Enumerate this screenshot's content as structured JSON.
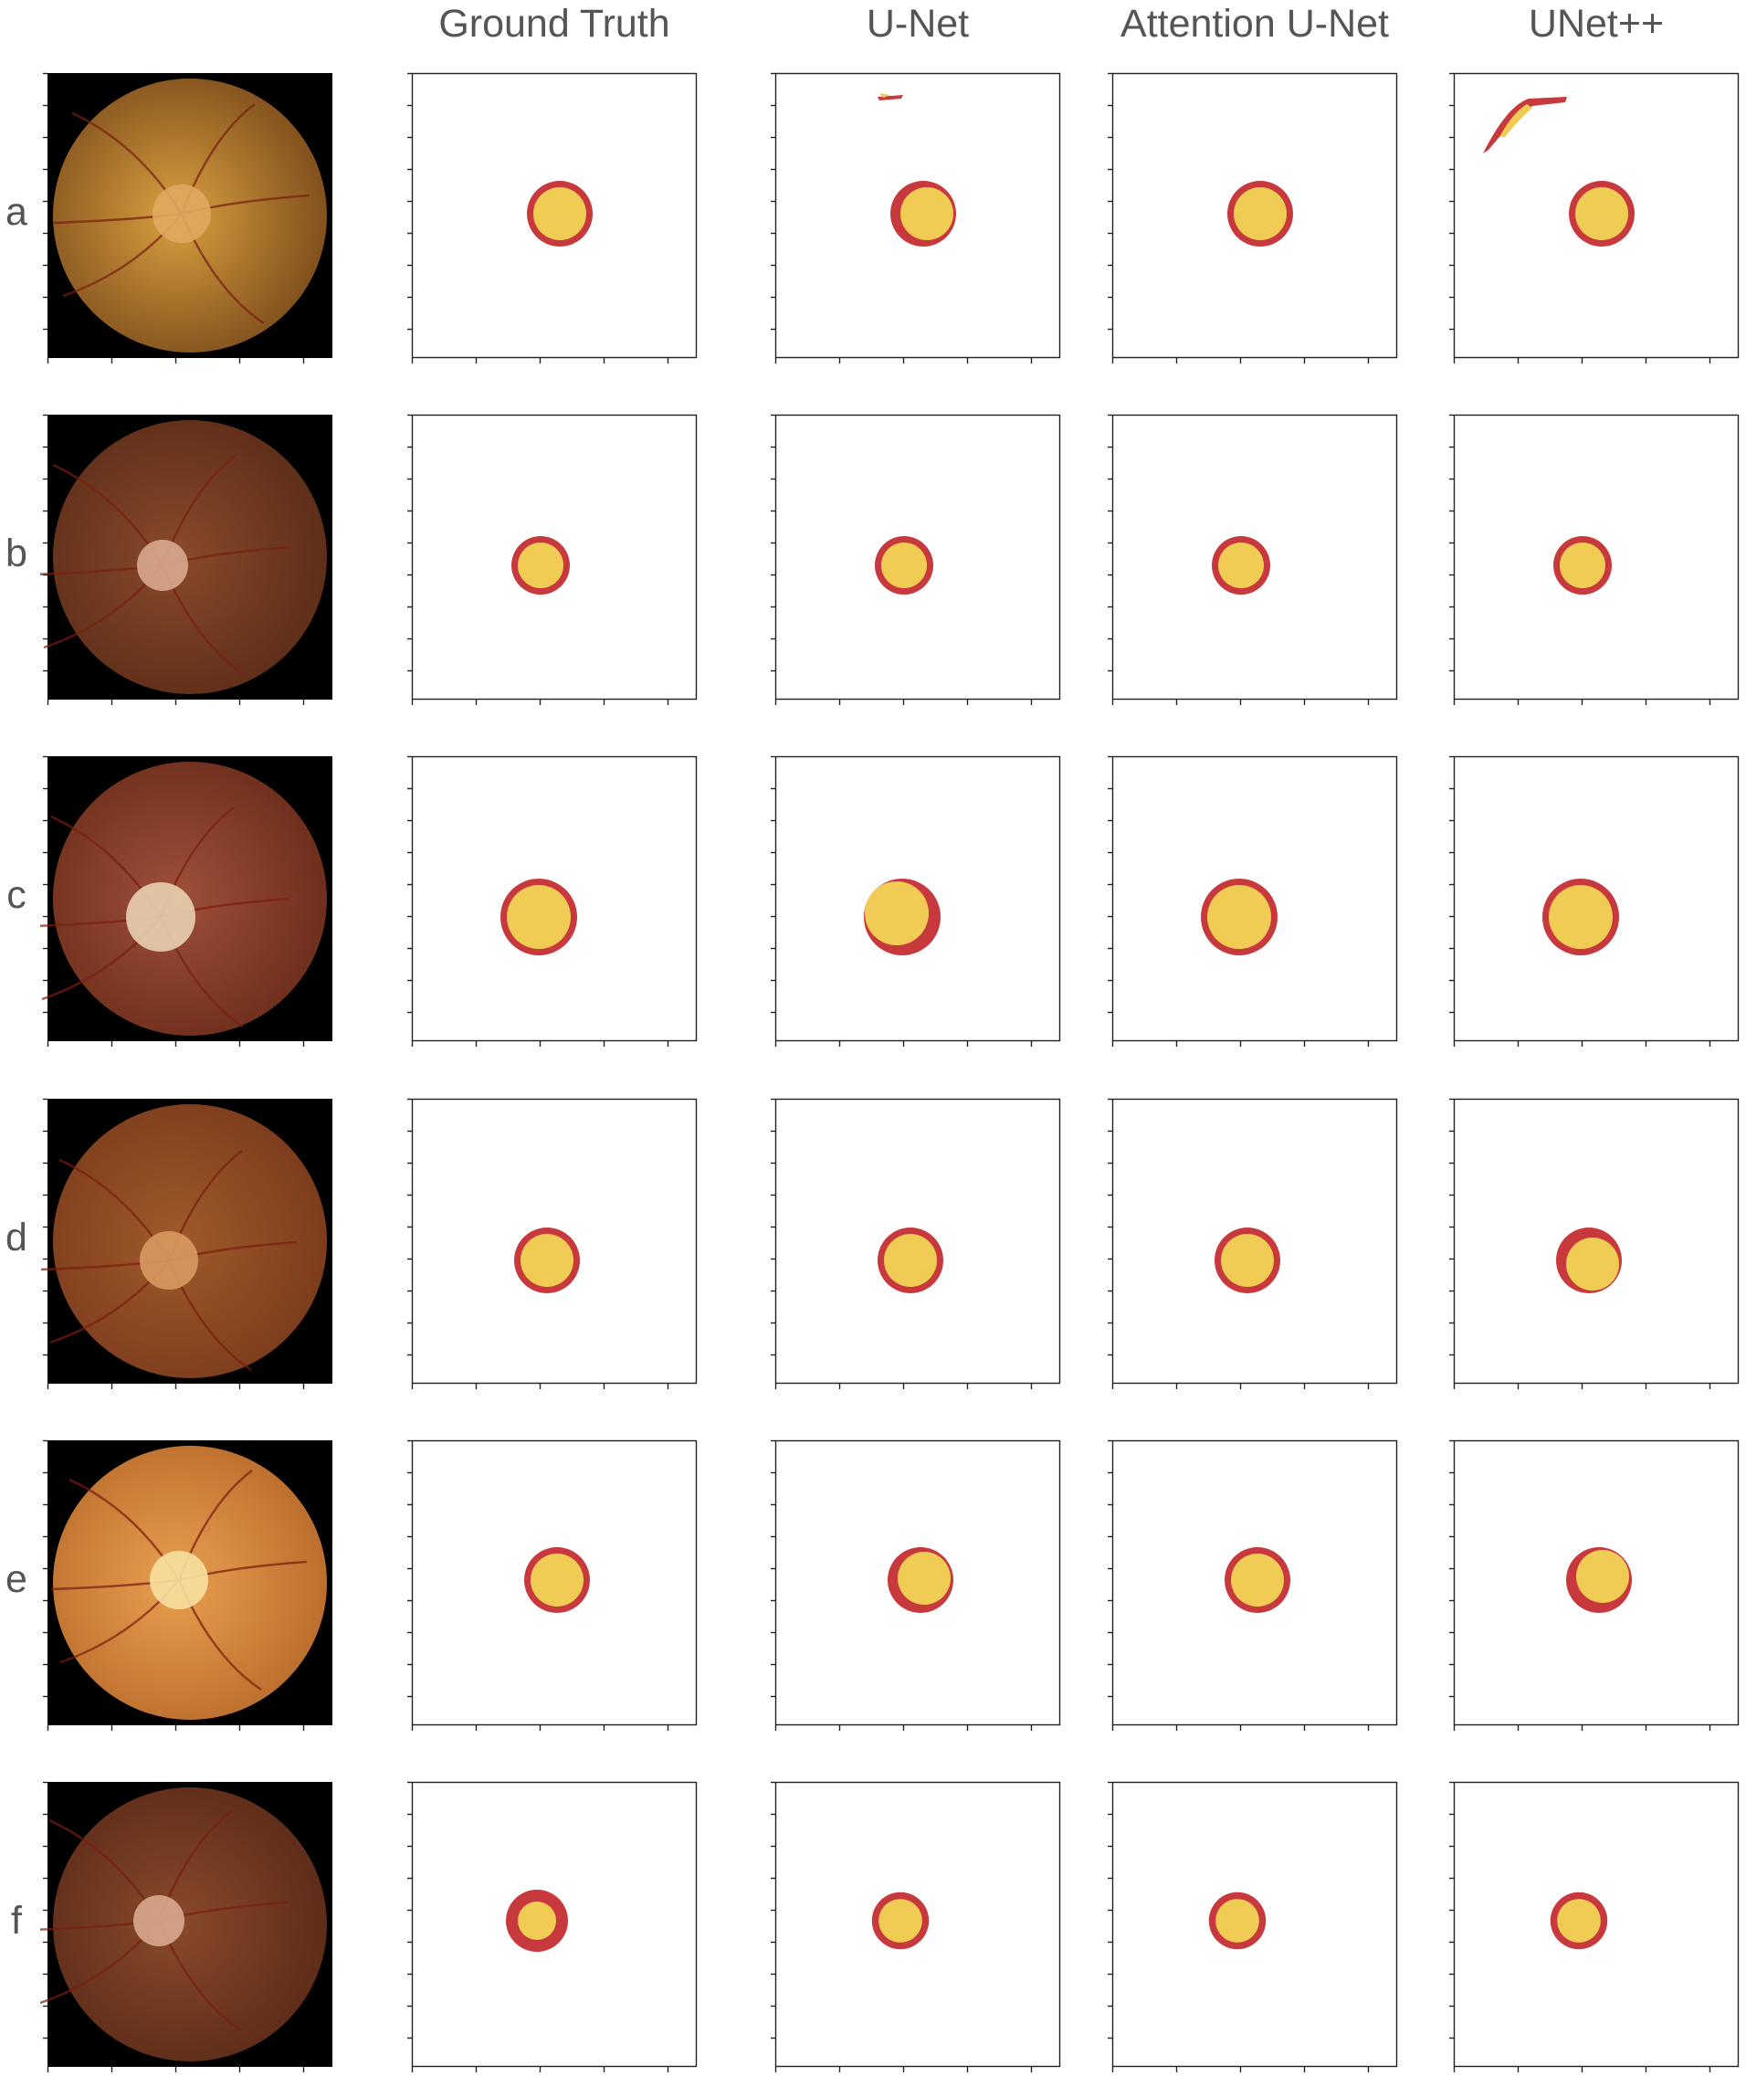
{
  "columns": [
    {
      "key": "fundus",
      "label": ""
    },
    {
      "key": "gt",
      "label": "Ground Truth"
    },
    {
      "key": "unet",
      "label": "U-Net"
    },
    {
      "key": "att",
      "label": "Attention U-Net"
    },
    {
      "key": "unetpp",
      "label": "UNet++"
    }
  ],
  "colors": {
    "disc": "#c8393d",
    "cup": "#f0cc55",
    "frame": "#222222",
    "fundus_bg": "#000000"
  },
  "rows": [
    {
      "label": "a",
      "fundus": {
        "tint": "#7a4a1a",
        "glow": "#d8a040",
        "disc": "#e0a860"
      },
      "masks": {
        "gt": {
          "ring": 1.0,
          "offset": [
            0,
            0
          ],
          "shape": "circle",
          "artifact": false
        },
        "unet": {
          "ring": 1.0,
          "offset": [
            2,
            0
          ],
          "shape": "circle",
          "artifact": "small-streak"
        },
        "att": {
          "ring": 1.0,
          "offset": [
            0,
            0
          ],
          "shape": "circle",
          "artifact": false
        },
        "unetpp": {
          "ring": 1.0,
          "offset": [
            0,
            0
          ],
          "shape": "circle",
          "artifact": "large-streak"
        }
      }
    },
    {
      "label": "b",
      "fundus": {
        "tint": "#5a2c18",
        "glow": "#8a4a2a",
        "disc": "#d8a890"
      },
      "masks": {
        "gt": {
          "ring": 1.0,
          "offset": [
            0,
            0
          ],
          "shape": "circle",
          "artifact": false
        },
        "unet": {
          "ring": 1.0,
          "offset": [
            0,
            0
          ],
          "shape": "circle",
          "artifact": false
        },
        "att": {
          "ring": 1.0,
          "offset": [
            0,
            0
          ],
          "shape": "circle",
          "artifact": false
        },
        "unetpp": {
          "ring": 1.0,
          "offset": [
            0,
            0
          ],
          "shape": "circle",
          "artifact": false
        }
      }
    },
    {
      "label": "c",
      "fundus": {
        "tint": "#6a2c1a",
        "glow": "#a0503a",
        "disc": "#e8d0b0"
      },
      "masks": {
        "gt": {
          "ring": 1.0,
          "offset": [
            0,
            0
          ],
          "shape": "circle",
          "artifact": false
        },
        "unet": {
          "ring": 1.0,
          "offset": [
            -3,
            -2
          ],
          "shape": "cup-shift",
          "artifact": false
        },
        "att": {
          "ring": 1.0,
          "offset": [
            0,
            0
          ],
          "shape": "circle",
          "artifact": false
        },
        "unetpp": {
          "ring": 1.0,
          "offset": [
            0,
            0
          ],
          "shape": "circle",
          "artifact": false
        }
      }
    },
    {
      "label": "d",
      "fundus": {
        "tint": "#7a3a1c",
        "glow": "#a05a2a",
        "disc": "#d89a60"
      },
      "masks": {
        "gt": {
          "ring": 1.0,
          "offset": [
            0,
            0
          ],
          "shape": "circle",
          "artifact": false
        },
        "unet": {
          "ring": 1.0,
          "offset": [
            0,
            0
          ],
          "shape": "circle",
          "artifact": false
        },
        "att": {
          "ring": 1.0,
          "offset": [
            0,
            0
          ],
          "shape": "circle",
          "artifact": false
        },
        "unetpp": {
          "ring": 1.0,
          "offset": [
            2,
            2
          ],
          "shape": "cup-shift",
          "artifact": false
        }
      }
    },
    {
      "label": "e",
      "fundus": {
        "tint": "#b86a2a",
        "glow": "#e8a050",
        "disc": "#f8e0a0"
      },
      "masks": {
        "gt": {
          "ring": 1.0,
          "offset": [
            0,
            0
          ],
          "shape": "circle",
          "artifact": false
        },
        "unet": {
          "ring": 1.0,
          "offset": [
            2,
            -1
          ],
          "shape": "cup-shift",
          "artifact": false
        },
        "att": {
          "ring": 1.0,
          "offset": [
            0,
            0
          ],
          "shape": "circle",
          "artifact": false
        },
        "unetpp": {
          "ring": 1.0,
          "offset": [
            2,
            -2
          ],
          "shape": "cup-shift",
          "artifact": false
        }
      }
    },
    {
      "label": "f",
      "fundus": {
        "tint": "#5a2a18",
        "glow": "#8a4a2a",
        "disc": "#d8a890"
      },
      "masks": {
        "gt": {
          "ring": 1.5,
          "offset": [
            0,
            0
          ],
          "shape": "circle",
          "artifact": false
        },
        "unet": {
          "ring": 0.8,
          "offset": [
            0,
            0
          ],
          "shape": "circle",
          "artifact": false
        },
        "att": {
          "ring": 0.8,
          "offset": [
            0,
            0
          ],
          "shape": "circle",
          "artifact": false
        },
        "unetpp": {
          "ring": 0.8,
          "offset": [
            0,
            0
          ],
          "shape": "circle",
          "artifact": false
        }
      }
    }
  ]
}
